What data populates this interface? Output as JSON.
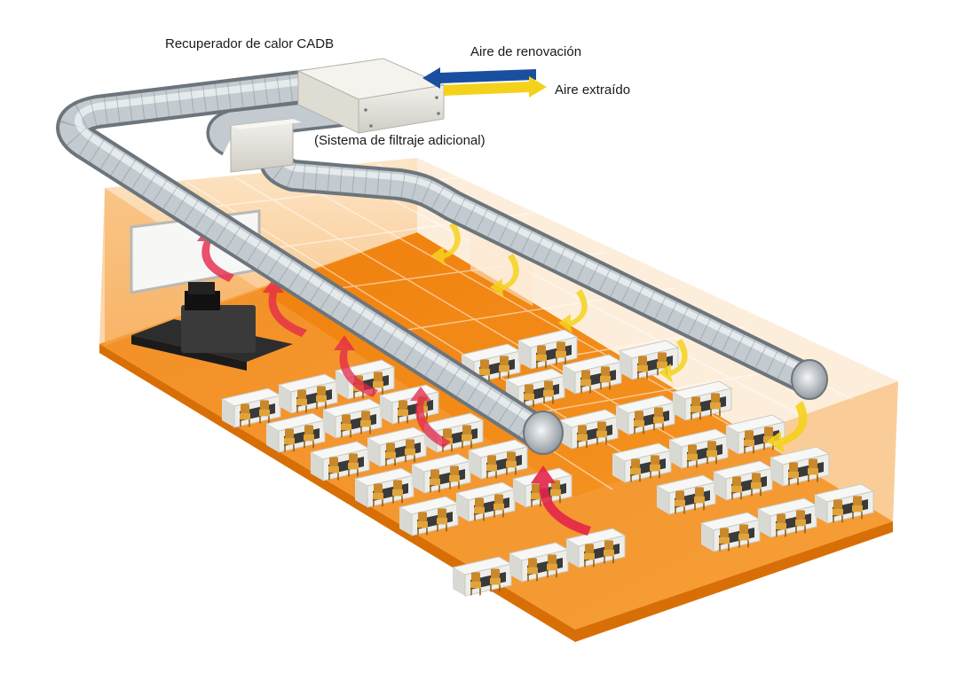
{
  "labels": {
    "heat_recovery_unit": "Recuperador de calor CADB",
    "fresh_air": "Aire de renovación",
    "extracted_air": "Aire extraído",
    "filter_system": "(Sistema de filtraje adicional)"
  },
  "colors": {
    "room_floor": "#f28a12",
    "room_wall": "#f7a849",
    "duct": "#9aa3ab",
    "supply_arrow": "#f4d21c",
    "extract_arrow": "#e3254b",
    "fresh_air_arrow": "#1a4fa0",
    "desk": "#f4f4f4",
    "chair": "#e0a43a"
  },
  "icons": {
    "fresh_air_arrow": "blue-arrow-left",
    "extracted_air_arrow": "yellow-arrow-right",
    "supply_airflow": "yellow-curved-arrow",
    "extract_airflow": "red-curved-arrow"
  }
}
